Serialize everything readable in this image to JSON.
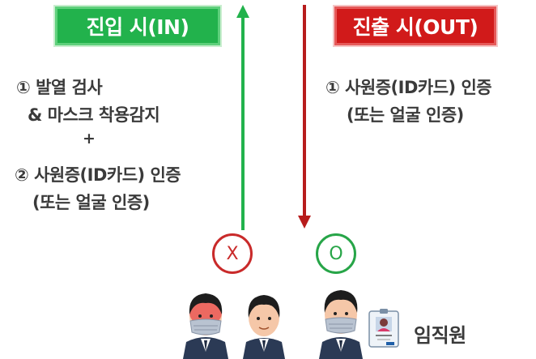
{
  "entry": {
    "title": "진입 시(IN)",
    "line1": "① 발열 검사",
    "line2": "& 마스크 착용감지",
    "plus": "+",
    "line3": "② 사원증(ID카드) 인증",
    "line4": "(또는 얼굴 인증)",
    "color": "#22b24c"
  },
  "exit": {
    "title": "진출 시(OUT)",
    "line1": "① 사원증(ID카드) 인증",
    "line2": "(또는 얼굴 인증)",
    "color": "#d11a1a"
  },
  "marks": {
    "deny": "X",
    "allow": "O"
  },
  "employee_label": "임직원",
  "icons": [
    "arrow-up-icon",
    "arrow-down-icon",
    "masked-fever-person-icon",
    "person-icon",
    "masked-person-icon",
    "id-card-icon"
  ]
}
